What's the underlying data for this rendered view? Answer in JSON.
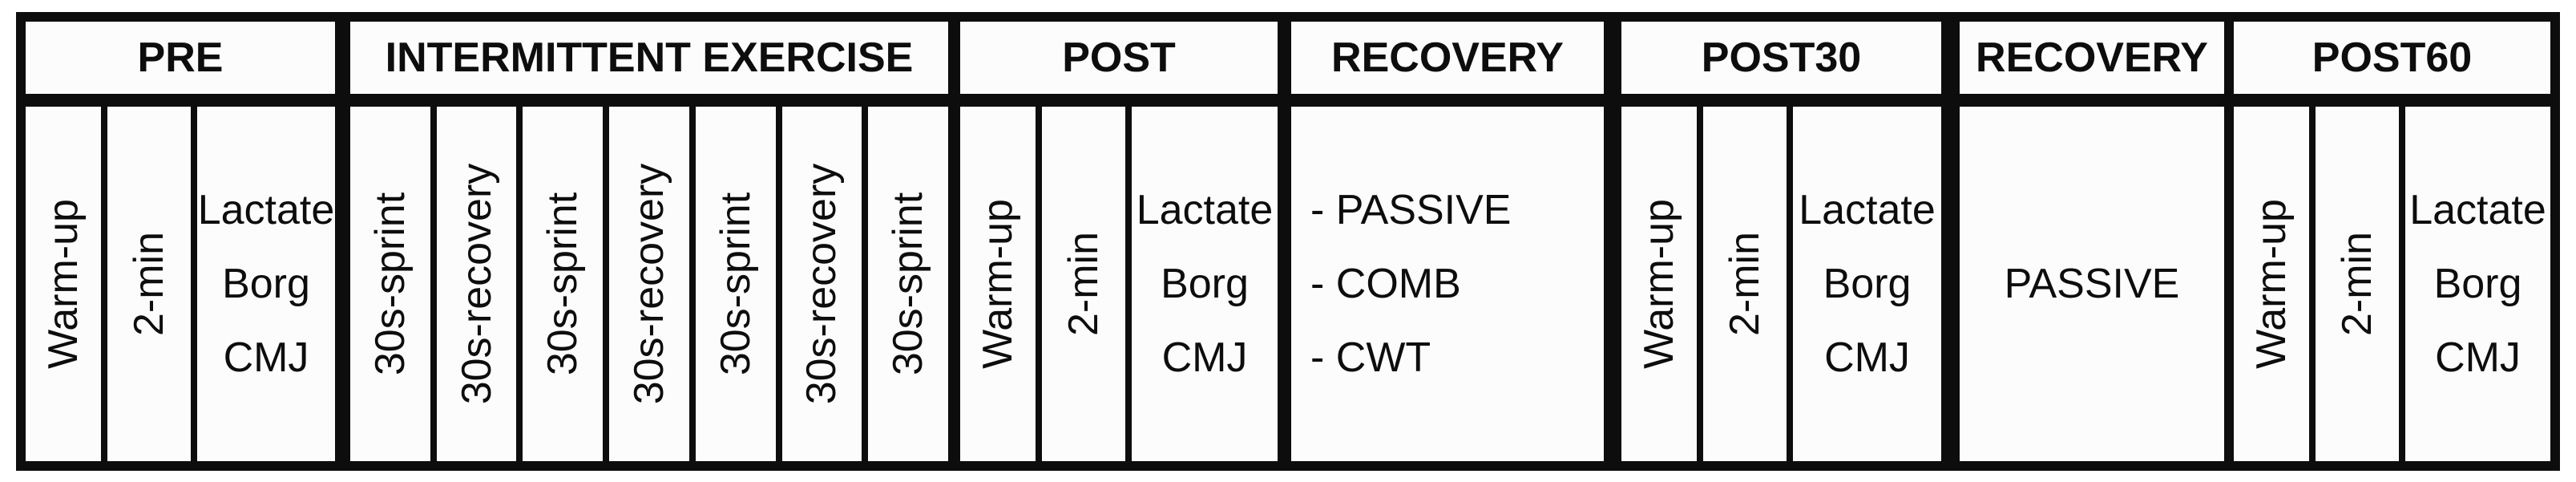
{
  "diagram": {
    "description": "Experimental protocol timeline table",
    "colors": {
      "line": "#0d0d0d",
      "cell": "#fcfcfc",
      "page": "#ffffff",
      "text": "#0d0d0d"
    },
    "sections": [
      {
        "key": "pre",
        "title": "PRE",
        "cells": [
          "Warm-up",
          "2-min"
        ],
        "measures": [
          "Lactate",
          "Borg",
          "CMJ"
        ]
      },
      {
        "key": "intermittent-exercise",
        "title": "INTERMITTENT EXERCISE",
        "cells": [
          "30s-sprint",
          "30s-recovery",
          "30s-sprint",
          "30s-recovery",
          "30s-sprint",
          "30s-recovery",
          "30s-sprint"
        ]
      },
      {
        "key": "post",
        "title": "POST",
        "cells": [
          "Warm-up",
          "2-min"
        ],
        "measures": [
          "Lactate",
          "Borg",
          "CMJ"
        ]
      },
      {
        "key": "recovery-interventions",
        "title": "RECOVERY",
        "items": [
          "- PASSIVE",
          "- COMB",
          "- CWT"
        ]
      },
      {
        "key": "post30",
        "title": "POST30",
        "cells": [
          "Warm-up",
          "2-min"
        ],
        "measures": [
          "Lactate",
          "Borg",
          "CMJ"
        ]
      },
      {
        "key": "recovery-passive",
        "title": "RECOVERY",
        "label": "PASSIVE"
      },
      {
        "key": "post60",
        "title": "POST60",
        "cells": [
          "Warm-up",
          "2-min"
        ],
        "measures": [
          "Lactate",
          "Borg",
          "CMJ"
        ]
      }
    ]
  }
}
